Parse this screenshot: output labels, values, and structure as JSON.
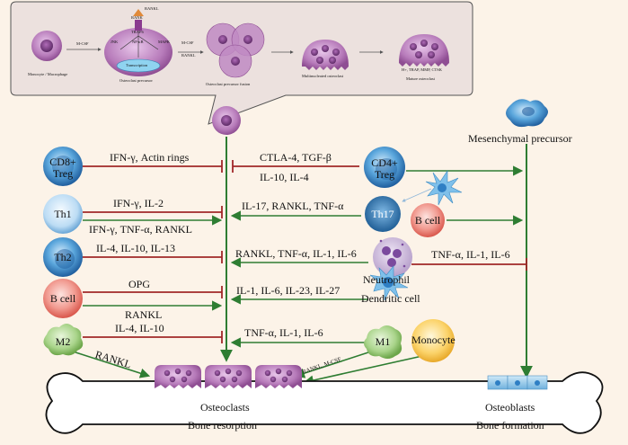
{
  "inset": {
    "monocyte_macrophage": "Monocyte / Macrophage",
    "mcsf": "M-CSF",
    "rankl_top": "RANKL",
    "rank": "RANK",
    "traf6": "TRAF6",
    "jnk": "JNK",
    "nfkb": "NF-κB",
    "mapk": "MAPK",
    "transcription": "Transcription",
    "osteoclast_precursor": "Osteoclast precursor",
    "mcsf_rankl_1": "M-CSF",
    "mcsf_rankl_2": "RANKL",
    "fusion": "Osteoclast precursor fusion",
    "multinucleated": "Multinucleated osteoclast",
    "markers": "H+, TRAP, MMP, CTSK",
    "mature": "Mature osteoclast"
  },
  "cells": {
    "cd8_treg": [
      "CD8+",
      "Treg"
    ],
    "th1": "Th1",
    "th2": "Th2",
    "b_cell_left": "B cell",
    "m2": "M2",
    "cd4_treg": [
      "CD4+",
      "Treg"
    ],
    "th17": "Th17",
    "b_cell_right": "B cell",
    "neutrophil": "Neutrophil",
    "dendritic": "Dendritic cell",
    "m1": "M1",
    "monocyte": "Monocyte",
    "mesenchymal": "Mesenchymal precursor"
  },
  "edges": {
    "cd8": "IFN-γ, Actin rings",
    "th1_a": "IFN-γ, IL-2",
    "th1_b": "IFN-γ, TNF-α, RANKL",
    "th2": "IL-4, IL-10, IL-13",
    "bcell_opg": "OPG",
    "bcell_rankl": "RANKL",
    "m2_il": "IL-4, IL-10",
    "m2_rankl": "RANKL",
    "cd4_a": "CTLA-4, TGF-β",
    "cd4_b": "IL-10, IL-4",
    "th17": "IL-17, RANKL, TNF-α",
    "neutrophil": "RANKL, TNF-α, IL-1, IL-6",
    "right_b": "TNF-α, IL-1, IL-6",
    "dendritic": "IL-1, IL-6, IL-23, IL-27",
    "m1": "TNF-α, IL-1, IL-6",
    "m1_diag": "RANKL, M-CSF"
  },
  "bottom": {
    "osteoclasts": "Osteoclasts",
    "bone_resorption": "Bone resorption",
    "osteoblasts": "Osteoblasts",
    "bone_formation": "Bone formation"
  },
  "colors": {
    "background": "#fcf3e8",
    "inhibit_red": "#a02828",
    "activate_green": "#2e7d32",
    "osteoclast_purple": "#b36fb0",
    "th_blue": "#2f7fc4",
    "bcell_red": "#e8736a",
    "macrophage_green": "#8cc06a"
  }
}
